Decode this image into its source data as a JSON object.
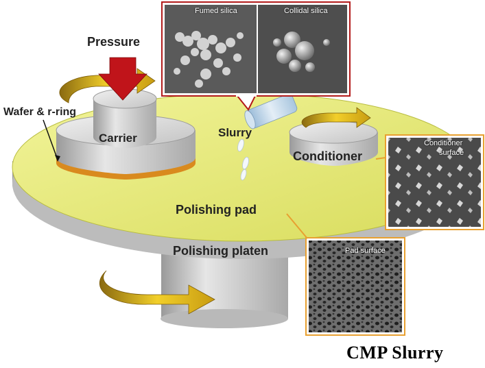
{
  "labels": {
    "pressure": "Pressure",
    "wafer_ring": "Wafer & r-ring",
    "carrier": "Carrier",
    "slurry": "Slurry",
    "conditioner": "Conditioner",
    "polishing_pad": "Polishing pad",
    "polishing_platen": "Polishing platen"
  },
  "insets": {
    "fumed_silica": "Fumed silica",
    "colloidal_silica": "Collidal silica",
    "conditioner_surface_line1": "Conditioner",
    "conditioner_surface_line2": "surface",
    "pad_surface": "Pad surface"
  },
  "caption": "CMP Slurry",
  "colors": {
    "pad": "#e8eb7a",
    "platen": "#c9c9c9",
    "wafer_ring": "#d98a1e",
    "pressure_arrow": "#c0141a",
    "rotation_arrow": "#e8c020",
    "inset_frame_red": "#b21a1a",
    "inset_frame_orange": "#e8a030",
    "conditioner_leader": "#e8a030"
  }
}
